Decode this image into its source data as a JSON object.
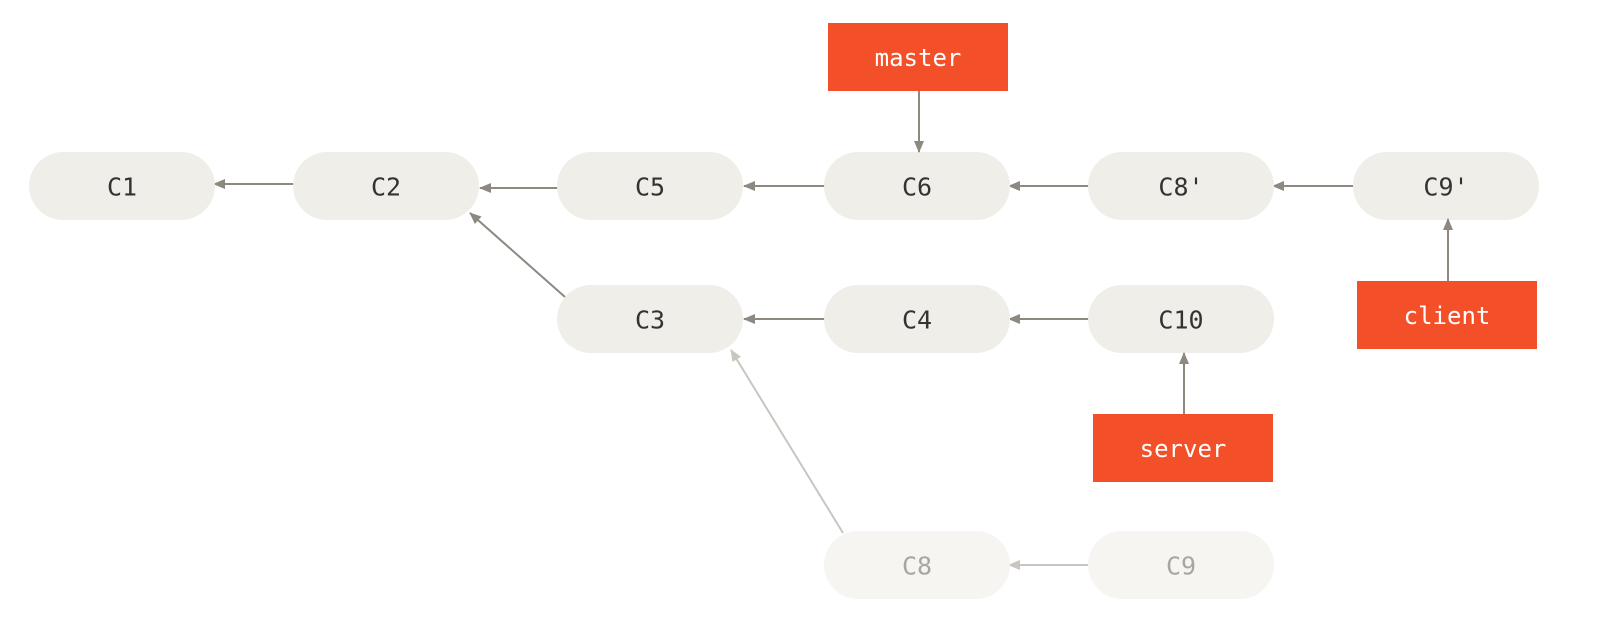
{
  "colors": {
    "commit_fill": "#efeee8",
    "commit_text": "#333333",
    "ghost_fill": "#f6f5f2",
    "ghost_text": "#a8a6a0",
    "arrow": "#8e8980",
    "ghost_arrow": "#c9c6c0",
    "branch_fill": "#f34f29",
    "branch_text": "#ffffff"
  },
  "commits": [
    {
      "id": "c1",
      "label": "C1",
      "ghost": false
    },
    {
      "id": "c2",
      "label": "C2",
      "ghost": false
    },
    {
      "id": "c5",
      "label": "C5",
      "ghost": false
    },
    {
      "id": "c6",
      "label": "C6",
      "ghost": false
    },
    {
      "id": "c8p",
      "label": "C8'",
      "ghost": false
    },
    {
      "id": "c9p",
      "label": "C9'",
      "ghost": false
    },
    {
      "id": "c3",
      "label": "C3",
      "ghost": false
    },
    {
      "id": "c4",
      "label": "C4",
      "ghost": false
    },
    {
      "id": "c10",
      "label": "C10",
      "ghost": false
    },
    {
      "id": "c8",
      "label": "C8",
      "ghost": true
    },
    {
      "id": "c9",
      "label": "C9",
      "ghost": true
    }
  ],
  "branches": [
    {
      "id": "master",
      "label": "master",
      "points_to": "c6"
    },
    {
      "id": "client",
      "label": "client",
      "points_to": "c9p"
    },
    {
      "id": "server",
      "label": "server",
      "points_to": "c10"
    }
  ],
  "edges": [
    {
      "from": "c2",
      "to": "c1",
      "ghost": false
    },
    {
      "from": "c5",
      "to": "c2",
      "ghost": false
    },
    {
      "from": "c6",
      "to": "c5",
      "ghost": false
    },
    {
      "from": "c8p",
      "to": "c6",
      "ghost": false
    },
    {
      "from": "c9p",
      "to": "c8p",
      "ghost": false
    },
    {
      "from": "c3",
      "to": "c2",
      "ghost": false
    },
    {
      "from": "c4",
      "to": "c3",
      "ghost": false
    },
    {
      "from": "c10",
      "to": "c4",
      "ghost": false
    },
    {
      "from": "c8",
      "to": "c3",
      "ghost": true
    },
    {
      "from": "c9",
      "to": "c8",
      "ghost": true
    }
  ]
}
